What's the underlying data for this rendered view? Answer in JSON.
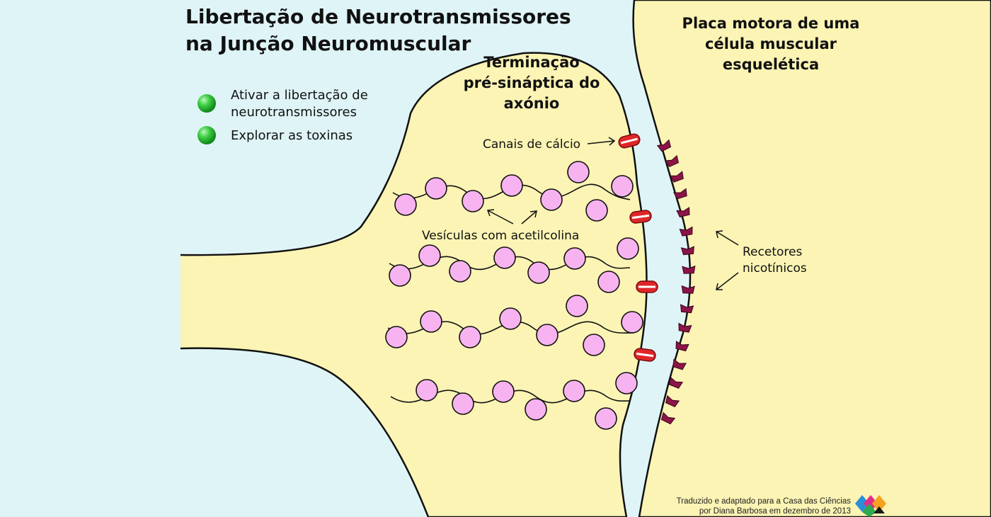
{
  "title": [
    "Libertação de Neurotransmissores",
    "na Junção Neuromuscular"
  ],
  "menu": [
    {
      "label": [
        "Ativar a libertação de",
        "neurotransmissores"
      ]
    },
    {
      "label": [
        "Explorar as toxinas"
      ]
    }
  ],
  "labels": {
    "axon_terminal": [
      "Terminação",
      "pré-sináptica do",
      "axónio"
    ],
    "muscle_plate": [
      "Placa motora de uma",
      "célula muscular",
      "esquelética"
    ],
    "calcium_channels": "Canais de cálcio",
    "vesicles": "Vesículas com acetilcolina",
    "receptors": [
      "Recetores",
      "nicotínicos"
    ]
  },
  "credit": [
    "Traduzido e adaptado para a Casa das Ciências",
    "por Diana Barbosa em dezembro de 2013"
  ],
  "colors": {
    "background": "#dff4f7",
    "terminal_fill": "#fbf4b4",
    "muscle_fill": "#fbf4b4",
    "vesicle_fill": "#f7b3f0",
    "calcium_channel": "#e0262a",
    "receptor": "#8c1446",
    "menu_bullet": "#2ebd3a"
  },
  "icons": {
    "menu_bullet": "green-sphere-icon",
    "logo": "casa-das-ciencias-logo-icon"
  }
}
